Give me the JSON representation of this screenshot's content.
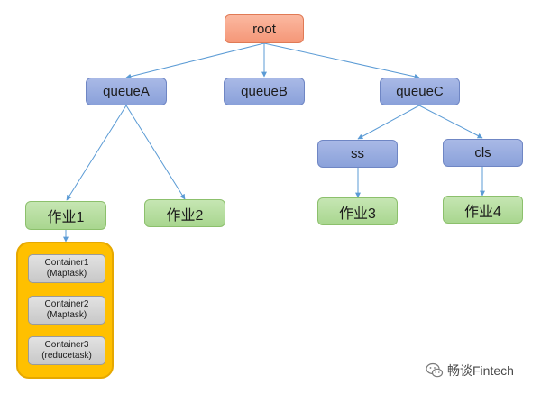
{
  "colors": {
    "root": "#f59778",
    "queue": "#8aa1da",
    "job": "#a9d68f",
    "container_pool": "#ffc000",
    "container": "#d0d0d0",
    "edge": "#5b9bd5"
  },
  "nodes": {
    "root": "root",
    "queueA": "queueA",
    "queueB": "queueB",
    "queueC": "queueC",
    "ss": "ss",
    "cls": "cls",
    "job1": "作业1",
    "job2": "作业2",
    "job3": "作业3",
    "job4": "作业4"
  },
  "containers": [
    {
      "name": "Container1",
      "task": "(Maptask)"
    },
    {
      "name": "Container2",
      "task": "(Maptask)"
    },
    {
      "name": "Container3",
      "task": "(reducetask)"
    }
  ],
  "watermark": {
    "icon": "wechat-icon",
    "text": "畅谈Fintech"
  }
}
